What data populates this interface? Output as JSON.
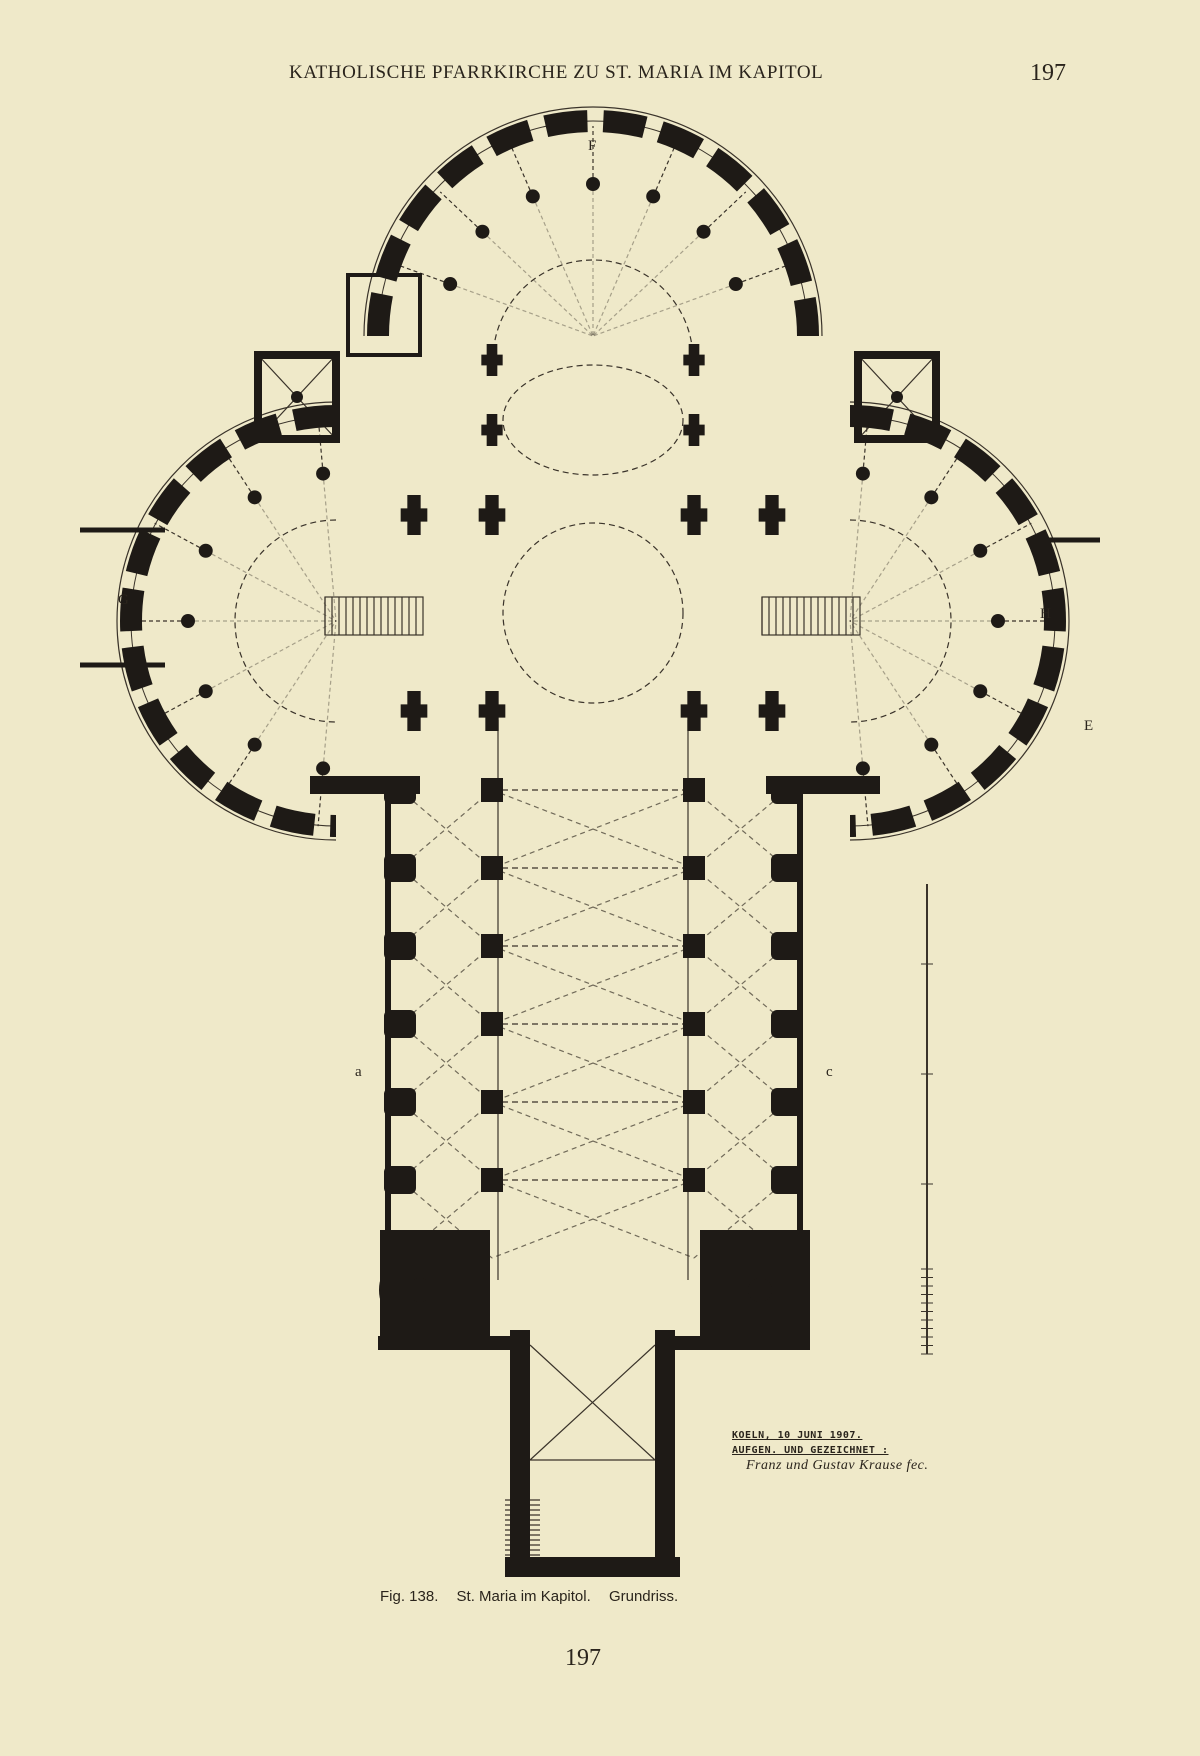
{
  "header": {
    "running_title": "KATHOLISCHE PFARRKIRCHE ZU ST. MARIA IM KAPITOL",
    "page_number": "197"
  },
  "plan": {
    "labels": {
      "north": "F",
      "west": "G",
      "east": "H",
      "east_small": "E",
      "left_section": "a",
      "right_section": "c"
    },
    "inscription": {
      "line1": "KOELN, 10 JUNI 1907.",
      "line2": "AUFGEN. UND GEZEICHNET :",
      "signature": "Franz und Gustav Krause fec."
    },
    "colors": {
      "wall": "#1e1a16",
      "paper": "#efe9c9",
      "line": "#3a332a"
    }
  },
  "caption": {
    "fig": "Fig. 138.",
    "title": "St. Maria im Kapitol.",
    "subtitle": "Grundriss."
  },
  "footer": {
    "page_number": "197"
  }
}
